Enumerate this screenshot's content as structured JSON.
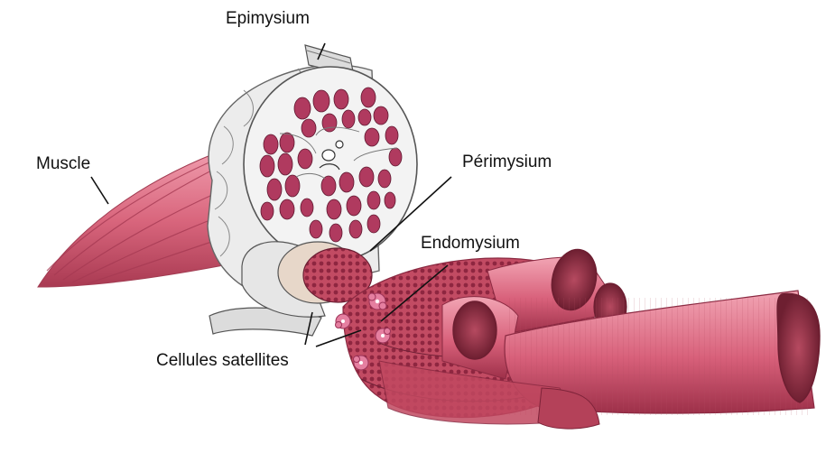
{
  "labels": {
    "epimysium": "Epimysium",
    "muscle": "Muscle",
    "perimysium": "Périmysium",
    "endomysium": "Endomysium",
    "satellite_cells": "Cellules satellites"
  },
  "colors": {
    "muscle_fill": "#d9667d",
    "muscle_dark": "#b8455c",
    "muscle_light": "#ef9aab",
    "fascicle_fill": "#b03a5f",
    "connective": "#e6e6e6",
    "connective_stroke": "#777777",
    "leader_line": "#111111"
  }
}
